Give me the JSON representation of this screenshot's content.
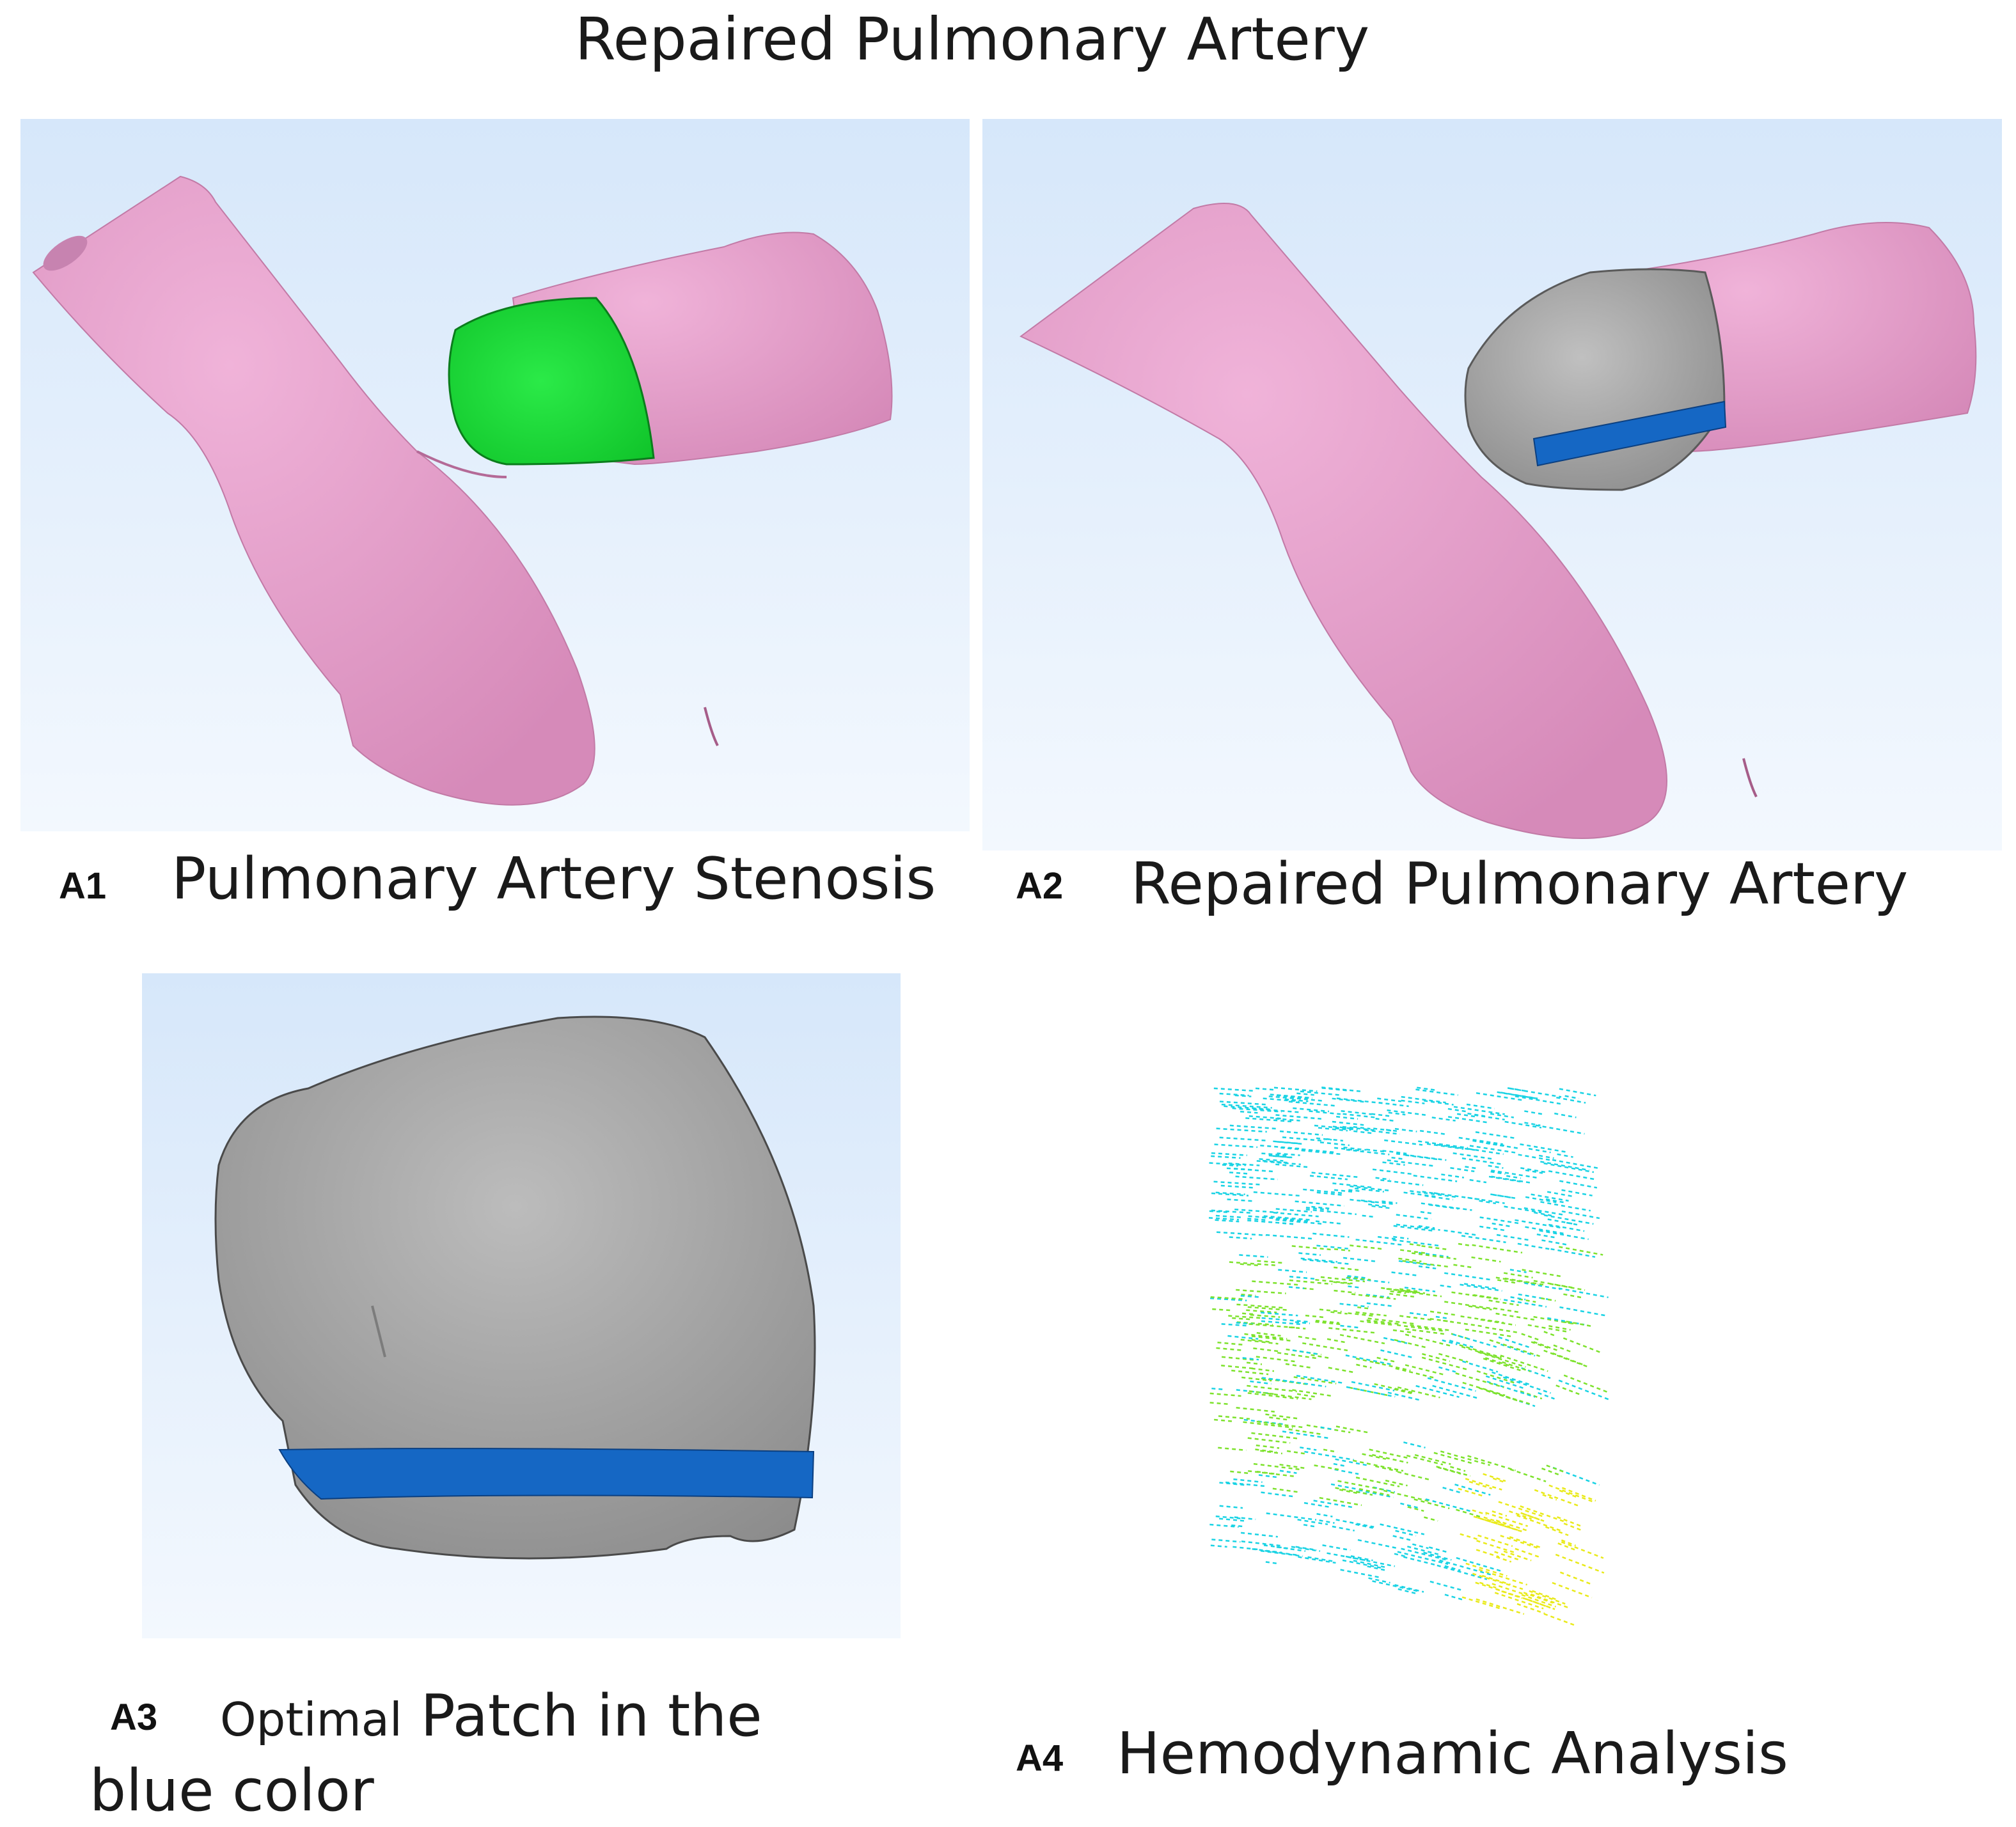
{
  "title": "Repaired Pulmonary Artery",
  "panels": [
    {
      "tag": "A1",
      "caption": "Pulmonary Artery Stenosis"
    },
    {
      "tag": "A2",
      "caption": "Repaired Pulmonary Artery"
    },
    {
      "tag": "A3",
      "caption_small": "Optimal",
      "caption": "Patch in the blue color"
    },
    {
      "tag": "A4",
      "caption": "Hemodynamic Analysis"
    }
  ],
  "colors": {
    "vessel": "#e59fcb",
    "stenosis": "#1fe03a",
    "patch_gray": "#a9a9a9",
    "patch_blue": "#1567c4",
    "background_top": "#d6e7fa",
    "background_bottom": "#f3f8fe",
    "flow_low": "#19d3e4",
    "flow_mid": "#7de22c",
    "flow_high": "#e9ea1a"
  }
}
